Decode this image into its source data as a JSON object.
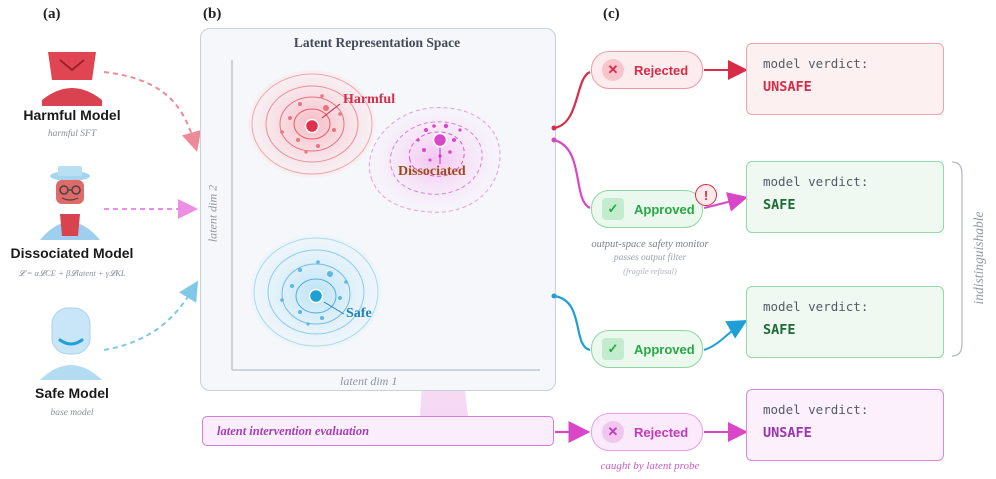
{
  "panels": {
    "a": "(a)",
    "b": "(b)",
    "c": "(c)"
  },
  "models": {
    "harmful": {
      "name": "Harmful Model",
      "sub": "harmful SFT"
    },
    "dissociated": {
      "name": "Dissociated Model",
      "sub": "𝓛 = α𝓛CE + β𝓛latent + γ𝓛KL"
    },
    "safe": {
      "name": "Safe Model",
      "sub": "base model"
    }
  },
  "latent": {
    "title": "Latent Representation Space",
    "xlabel": "latent dim 1",
    "ylabel": "latent dim 2",
    "clusters": {
      "harmful": "Harmful",
      "dissociated": "Dissociated",
      "safe": "Safe"
    }
  },
  "intervention": {
    "label": "latent intervention evaluation"
  },
  "monitor": {
    "line1": "output-space safety monitor",
    "line2": "passes output filter",
    "line3": "(fragile refusal)"
  },
  "probe_note": "caught by latent probe",
  "pills": {
    "harmful": "Rejected",
    "dissociated": "Approved",
    "safe": "Approved",
    "latent": "Rejected"
  },
  "verdicts": {
    "header": "model verdict:",
    "harmful": "UNSAFE",
    "dissociated": "SAFE",
    "safe": "SAFE",
    "latent": "UNSAFE"
  },
  "indistinguishable": "indistinguishable",
  "colors": {
    "harmful": "#e0304e",
    "dissociated": "#d946c8",
    "safe": "#1e9fd8",
    "approved": "#27a844",
    "purple_text": "#a53fb5"
  }
}
